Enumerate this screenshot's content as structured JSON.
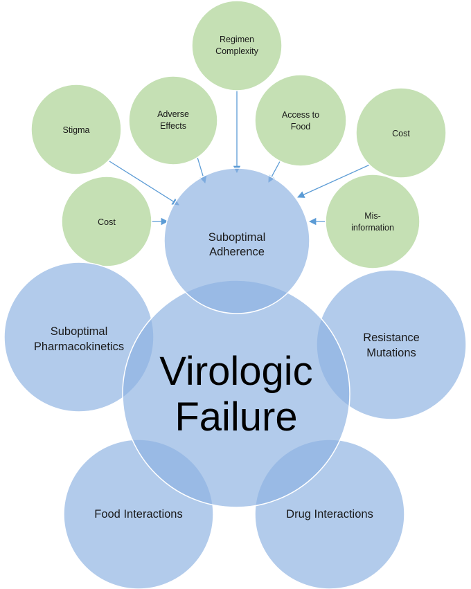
{
  "center": {
    "line1": "Virologic",
    "line2": "Failure"
  },
  "blue_nodes": {
    "adherence": {
      "line1": "Suboptimal",
      "line2": "Adherence"
    },
    "pharmacokinetics": {
      "line1": "Suboptimal",
      "line2": "Pharmacokinetics"
    },
    "resistance": {
      "line1": "Resistance",
      "line2": "Mutations"
    },
    "food_interactions": {
      "line1": "Food Interactions"
    },
    "drug_interactions": {
      "line1": "Drug Interactions"
    }
  },
  "green_nodes": {
    "regimen_complexity": {
      "line1": "Regimen",
      "line2": "Complexity"
    },
    "adverse_effects": {
      "line1": "Adverse",
      "line2": "Effects"
    },
    "access_to_food": {
      "line1": "Access to",
      "line2": "Food"
    },
    "stigma": {
      "line1": "Stigma"
    },
    "cost_right": {
      "line1": "Cost"
    },
    "cost_left": {
      "line1": "Cost"
    },
    "misinformation": {
      "line1": "Mis-",
      "line2": "information"
    }
  },
  "colors": {
    "blue_fill": "#8db3e2",
    "green_fill": "#c5e0b4",
    "arrow": "#5b9bd5"
  }
}
